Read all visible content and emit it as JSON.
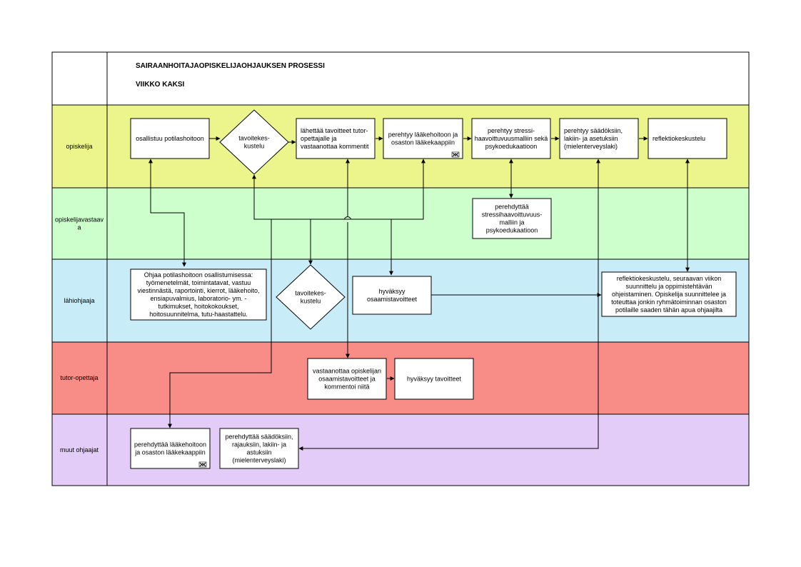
{
  "title": {
    "line1": "SAIRAANHOITAJAOPISKELIJAOHJAUKSEN PROSESSI",
    "line2": "VIIKKO KAKSI"
  },
  "colors": {
    "lane_opiskelija": "#ebf58c",
    "lane_vastaava": "#ccffcc",
    "lane_lahiohjaaja": "#c8ecf8",
    "lane_tutor": "#f88d87",
    "lane_muut": "#e4ccf8",
    "border": "#000000"
  },
  "lanes": [
    {
      "id": "opiskelija",
      "lines": [
        "opiskelija"
      ]
    },
    {
      "id": "vastaava",
      "lines": [
        "opiskelijavastaav",
        "a"
      ]
    },
    {
      "id": "lahiohjaaja",
      "lines": [
        "lähiohjaaja"
      ]
    },
    {
      "id": "tutor",
      "lines": [
        "tutor-opettaja"
      ]
    },
    {
      "id": "muut",
      "lines": [
        "muut ohjaajat"
      ]
    }
  ],
  "nodes": [
    {
      "id": "n1",
      "shape": "box",
      "lines": [
        "osallistuu potilashoitoon"
      ]
    },
    {
      "id": "d1",
      "shape": "diamond",
      "lines": [
        "tavoitekes-",
        "kustelu"
      ]
    },
    {
      "id": "n2",
      "shape": "box",
      "lines": [
        "lähettää tavoitteet tutor-",
        "opettajalle ja",
        "vastaanottaa kommentit"
      ]
    },
    {
      "id": "n3",
      "shape": "box",
      "lines": [
        "perehtyy lääkehoitoon ja",
        "osaston lääkekaappiin"
      ],
      "has_doc_icon": true
    },
    {
      "id": "n4",
      "shape": "box",
      "lines": [
        "perehtyy stressi-",
        "haavoittuvuusmalliin sekä",
        "psykoedukaatioon"
      ]
    },
    {
      "id": "n5",
      "shape": "box",
      "lines": [
        "perehtyy säädöksiin,",
        "lakiin- ja asetuksiin",
        "(mielenterveyslaki)"
      ]
    },
    {
      "id": "n6",
      "shape": "box",
      "lines": [
        "reflektiokeskustelu"
      ]
    },
    {
      "id": "n7",
      "shape": "box",
      "lines": [
        "perehdyttää",
        "stressihaavoittuvuus-",
        "malliin ja",
        "psykoedukaatioon"
      ]
    },
    {
      "id": "n8",
      "shape": "box",
      "lines": [
        "Ohjaa potilashoitoon osallistumisessa:",
        "työmenetelmät, toimintatavat, vastuu",
        "viestinnästä, raportointi, kierrot, lääkehoito,",
        "ensiapuvalmius, laboratorio- ym. -",
        "tutkimukset, hoitokokoukset,",
        "hoitosuunnitelma, tutu-haastattelu."
      ]
    },
    {
      "id": "d2",
      "shape": "diamond",
      "lines": [
        "tavoitekes-",
        "kustelu"
      ]
    },
    {
      "id": "n9",
      "shape": "box",
      "lines": [
        "hyväksyy",
        "osaamistavoitteet"
      ]
    },
    {
      "id": "n10",
      "shape": "box",
      "lines": [
        "reflektiokeskustelu, seuraavan viikon",
        "suunnittelu ja oppimistehtävän",
        "ohjeistaminen. Opiskelija suunnittelee ja",
        "toteuttaa jonkin ryhmätoiminnan osaston",
        "potilaille saaden tähän apua ohjaajilta"
      ]
    },
    {
      "id": "n11",
      "shape": "box",
      "lines": [
        "vastaanottaa opiskelijan",
        "osaamistavoitteet ja",
        "kommentoi niitä"
      ]
    },
    {
      "id": "n12",
      "shape": "box",
      "lines": [
        "hyväksyy tavoitteet"
      ]
    },
    {
      "id": "n13",
      "shape": "box",
      "lines": [
        "perehdyttää lääkehoitoon",
        "ja osaston lääkekaappiin"
      ],
      "has_doc_icon": true
    },
    {
      "id": "n14",
      "shape": "box",
      "lines": [
        "perehdyttää säädöksiin,",
        "rajauksiin, lakiin- ja",
        "astuksiin",
        "(mielenterveyslaki)"
      ]
    }
  ],
  "icons": {
    "doc_icon": "document-link-icon"
  }
}
